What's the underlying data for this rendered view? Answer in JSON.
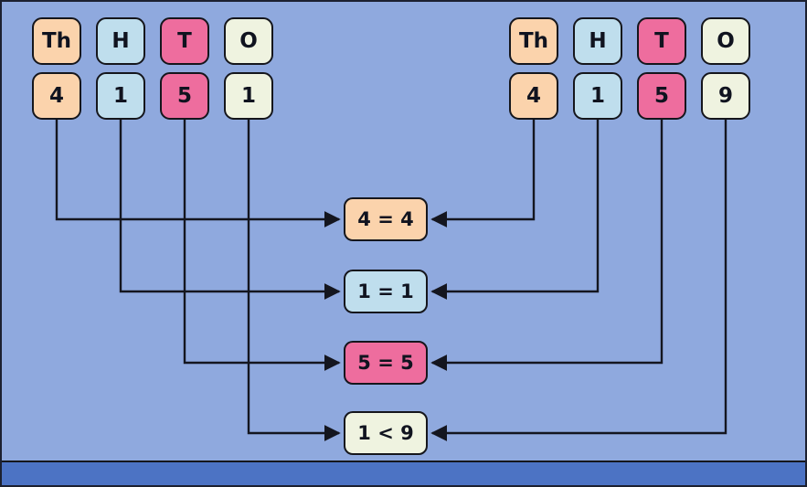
{
  "left_panel": {
    "headers": [
      "Th",
      "H",
      "T",
      "O"
    ],
    "digits": [
      "4",
      "1",
      "5",
      "1"
    ]
  },
  "right_panel": {
    "headers": [
      "Th",
      "H",
      "T",
      "O"
    ],
    "digits": [
      "4",
      "1",
      "5",
      "9"
    ]
  },
  "comparisons": [
    "4 = 4",
    "1 = 1",
    "5 = 5",
    "1 < 9"
  ],
  "colors": {
    "thousands": "#FBD3AC",
    "hundreds": "#BFDEED",
    "tens": "#EE6D9E",
    "ones": "#EFF3E0",
    "background": "#8FA9DE",
    "footer_bar": "#4C73C4",
    "connector": "#14161f"
  }
}
